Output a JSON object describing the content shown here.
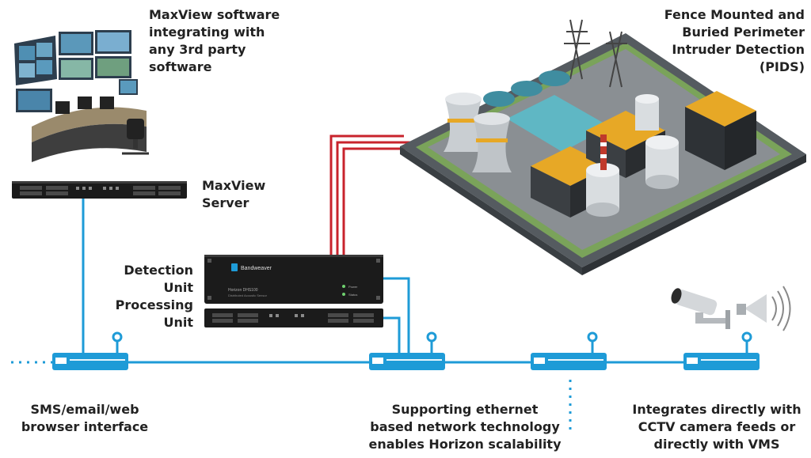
{
  "labels": {
    "maxview_software": [
      "MaxView software",
      "integrating with",
      "any 3rd party",
      "software"
    ],
    "pids": [
      "Fence Mounted and",
      "Buried Perimeter",
      "Intruder Detection",
      "(PIDS)"
    ],
    "maxview_server": [
      "MaxView",
      "Server"
    ],
    "detection_unit": [
      "Detection",
      "Unit",
      "Processing",
      "Unit"
    ],
    "sms_interface": [
      "SMS/email/web",
      "browser interface"
    ],
    "ethernet": [
      "Supporting ethernet",
      "based network technology",
      "enables Horizon scalability"
    ],
    "cctv": [
      "Integrates directly with",
      "CCTV camera feeds or",
      "directly with VMS"
    ]
  },
  "device": {
    "brand": "Bandweaver",
    "model": "Horizon DHS100",
    "subtitle": "Distributed Acoustic Sensor",
    "power_label": "Power",
    "status_label": "Status"
  },
  "colors": {
    "network": "#1e9bd7",
    "sensor_cable": "#c8232c",
    "label_text": "#222222",
    "rack_dark": "#1b1b1b"
  },
  "icons": [
    "control-room-icon",
    "server-rack-icon",
    "network-switch-icon",
    "power-plant-icon",
    "cctv-camera-icon",
    "loudspeaker-icon"
  ]
}
